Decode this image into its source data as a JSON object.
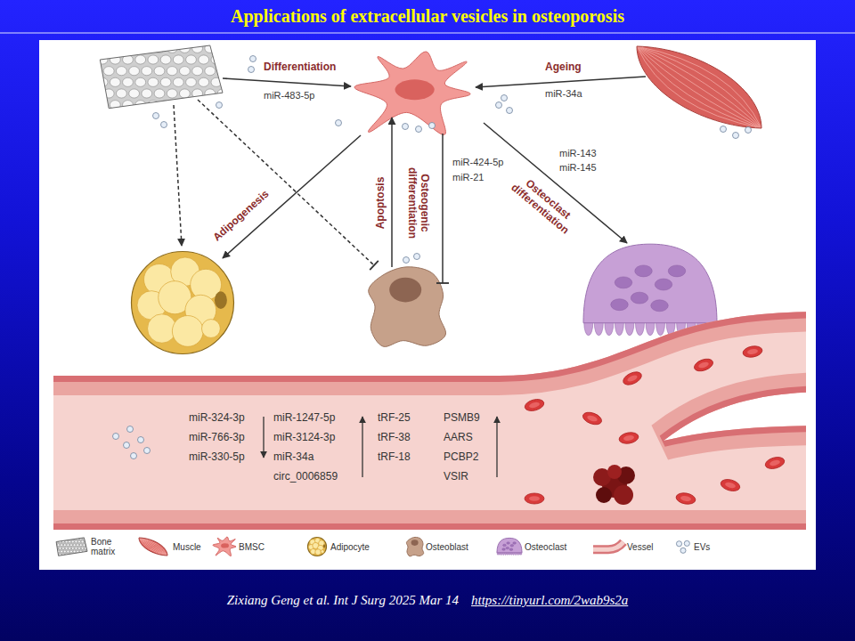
{
  "diagram": {
    "title": "Applications of extracellular vesicles in osteoporosis",
    "caption": "Zixiang Geng et al. Int J Surg 2025 Mar 14",
    "nodes": [
      {
        "text": [
          "miR-324-3p miR-766-3p miR-330-5p",
          "miR-1247-5p miR-3124-3p miR-34a circ_0006859",
          "tRF-25 tRF-38 tRF-18",
          "PSMB9 AARS PCBP2 VSIR"
        ]
      }
    ],
    "labels": [
      "Differentiation",
      "miR-483-5p",
      "Ageing",
      "miR-34a",
      "miR-143",
      "miR-145",
      "Osteoclast differentiation",
      "Adipogenesis",
      "Apoptosis",
      "Osteogenic differentiation",
      "miR-424-5p",
      "miR-21",
      "https://tinyurl.com/2wab9s2a"
    ],
    "legend": [
      {
        "text": "Bone matrix"
      },
      {
        "text": "Muscle"
      },
      {
        "text": "BMSC"
      },
      {
        "text": "Adipocyte"
      },
      {
        "text": "Osteoblast"
      },
      {
        "text": "Osteoclast"
      },
      {
        "text": "Vessel"
      },
      {
        "text": "EVs"
      }
    ]
  }
}
